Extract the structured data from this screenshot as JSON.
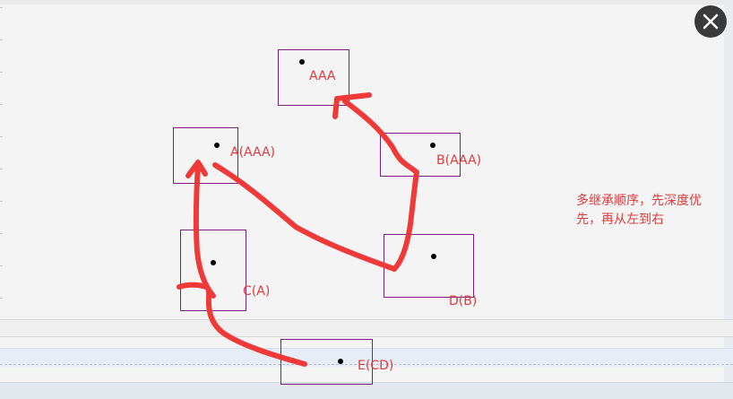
{
  "nodes": {
    "aaa": {
      "label": "AAA"
    },
    "a": {
      "label": "A(AAA)"
    },
    "b": {
      "label": "B(AAA)"
    },
    "c": {
      "label": "C(A)"
    },
    "d": {
      "label": "D(B)"
    },
    "e": {
      "label": "E(CD)"
    }
  },
  "note": {
    "text": "多继承顺序，先深度优先，再从左到右"
  },
  "close": {
    "icon": "close-icon"
  },
  "colors": {
    "ink": "#f03a3a",
    "box": "#7a1f7a",
    "text": "#e23a3a"
  }
}
